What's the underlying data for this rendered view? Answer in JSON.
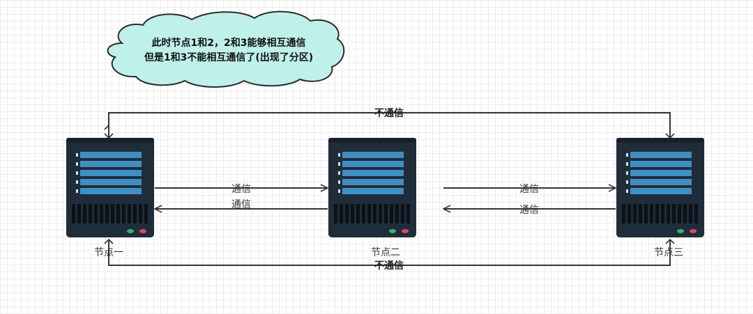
{
  "callout": {
    "line1": "此时节点1和2，2和3能够相互通信",
    "line2": "但是1和3不能相互通信了(出现了分区)"
  },
  "nodes": [
    {
      "label": "节点一"
    },
    {
      "label": "节点二"
    },
    {
      "label": "节点三"
    }
  ],
  "links": {
    "n1_to_n2": "通信",
    "n2_to_n1": "通信",
    "n2_to_n3": "通信",
    "n3_to_n2": "通信",
    "top_n1_n3": "不通信",
    "bottom_n1_n3": "不通信"
  },
  "colors": {
    "server_body": "#1f2d3a",
    "server_bar": "#3f8fc4",
    "cloud_fill": "#bff0ea",
    "cloud_stroke": "#2b2b2b",
    "line": "#333333",
    "led_green": "#3bb36b",
    "led_red": "#e0455a"
  }
}
